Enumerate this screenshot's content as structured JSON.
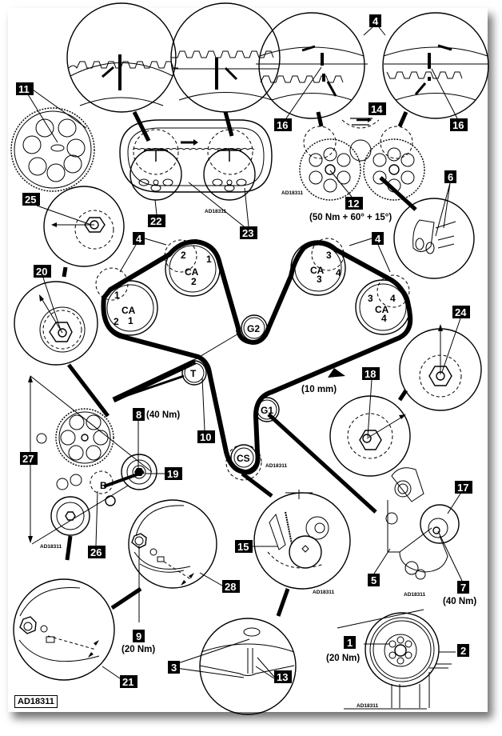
{
  "figure": {
    "reference_code": "AD18311",
    "watermark_label": "AD18311"
  },
  "pulleys": [
    {
      "id": "CA1",
      "line1": "CA",
      "line2": "1",
      "marks": [
        "1",
        "2"
      ]
    },
    {
      "id": "CA2",
      "line1": "CA",
      "line2": "2",
      "marks": [
        "2",
        "1"
      ]
    },
    {
      "id": "CA3",
      "line1": "CA",
      "line2": "3",
      "marks": [
        "3",
        "4"
      ]
    },
    {
      "id": "CA4",
      "line1": "CA",
      "line2": "4",
      "marks": [
        "3",
        "4"
      ]
    },
    {
      "id": "G2",
      "line1": "G2"
    },
    {
      "id": "G1",
      "line1": "G1"
    },
    {
      "id": "T",
      "line1": "T"
    },
    {
      "id": "CS",
      "line1": "CS"
    },
    {
      "id": "B",
      "line1": "B"
    }
  ],
  "callouts": [
    {
      "number": "1",
      "torque": "(20 Nm)"
    },
    {
      "number": "2"
    },
    {
      "number": "3"
    },
    {
      "number": "4"
    },
    {
      "number": "5"
    },
    {
      "number": "6"
    },
    {
      "number": "7",
      "torque": "(40 Nm)"
    },
    {
      "number": "8",
      "torque": "(40 Nm)"
    },
    {
      "number": "9",
      "torque": "(20 Nm)"
    },
    {
      "number": "10"
    },
    {
      "number": "11"
    },
    {
      "number": "12",
      "torque": "(50 Nm + 60° + 15°)"
    },
    {
      "number": "13"
    },
    {
      "number": "14"
    },
    {
      "number": "15"
    },
    {
      "number": "16"
    },
    {
      "number": "17"
    },
    {
      "number": "18"
    },
    {
      "number": "19"
    },
    {
      "number": "20"
    },
    {
      "number": "21"
    },
    {
      "number": "22"
    },
    {
      "number": "23"
    },
    {
      "number": "24"
    },
    {
      "number": "25"
    },
    {
      "number": "26"
    },
    {
      "number": "27"
    },
    {
      "number": "28"
    }
  ],
  "annotations": {
    "belt_deflection": "(10 mm)"
  }
}
